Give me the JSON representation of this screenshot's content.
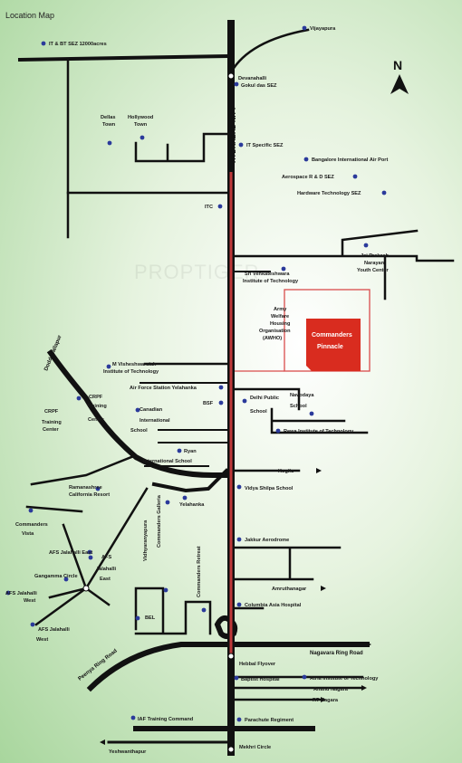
{
  "title": "Location Map",
  "watermark": "PROPTIGER",
  "north_label": "N",
  "highway_label": "HYDRABAD NH-7",
  "project": {
    "name_line1": "Commanders",
    "name_line2": "Pinnacle"
  },
  "colors": {
    "highway": "#c0393a",
    "project_fill": "#d92c1f",
    "outline": "#d94c4c",
    "dot": "#2b3a9b",
    "road": "#111111"
  },
  "places": {
    "it_bt_sez": "IT & BT SEZ 12000acres",
    "vijayapura": "Vijayapura",
    "devanahalli": "Devanahalli",
    "gokuldas_sez": "Gokul das SEZ",
    "dellas_town_1": "Dellas",
    "dellas_town_2": "Town",
    "hollywood_town_1": "Hollywood",
    "hollywood_town_2": "Town",
    "it_specific_sez": "IT Specific SEZ",
    "bangalore_airport": "Bangalore International Air Port",
    "aerospace_sez": "Aerospace R & D SEZ",
    "hardware_sez": "Hardware Technology SEZ",
    "itc": "ITC",
    "jai_prakash_1": "Jai Prakash",
    "jai_prakash_2": "Narayan",
    "jai_prakash_3": "Youth Center",
    "sri_venkateshwara_1": "Sri Venkateshwara",
    "sri_venkateshwara_2": "Institute of Technology",
    "awho_1": "Army",
    "awho_2": "Welfare",
    "awho_3": "Housing",
    "awho_4": "Organisation",
    "awho_5": "(AWHO)",
    "doddaballapur": "Doddaballapur",
    "mvit_1": "M Visheshwaraiah",
    "mvit_2": "Institute of Technology",
    "af_yelahanka": "Air Force Station Yelahanka",
    "bsf": "BSF",
    "delhi_public_1": "Delhi Public",
    "delhi_public_2": "School",
    "navodaya_1": "Navodaya",
    "navodaya_2": "School",
    "crpf_center_1": "CRPF",
    "crpf_center_2": "Training",
    "crpf_center_3": "Center",
    "crpf_left_1": "CRPF",
    "crpf_left_2": "Training",
    "crpf_left_3": "Center",
    "canadian_1": "Canadian",
    "canadian_2": "International",
    "canadian_3": "School",
    "rewa": "Rewa Institute of Technology",
    "ryan_1": "Ryan",
    "ryan_2": "International School",
    "kogilu": "Kogilu",
    "ramanashree_1": "Ramanashree",
    "ramanashree_2": "California Resort",
    "vidya_shilpa": "Vidya Shilpa School",
    "yelahanka": "Yelahanka",
    "commanders_vista_1": "Commanders",
    "commanders_vista_2": "Vista",
    "jakkur": "Jakkur Aerodrome",
    "vidhyaranyapura": "Vidhyaranyapura",
    "commanders_galleria": "Commanders Galleria",
    "commanders_retreat": "Commanders Retreat",
    "afs_jalahalli_east_top": "AFS Jalahalli East",
    "afs_jalahalli_east_1": "AFS",
    "afs_jalahalli_east_2": "Jalahalli",
    "afs_jalahalli_east_3": "East",
    "gangamma": "Gangamma Circle",
    "afs_jalahalli_west_1": "AFS Jalahalli",
    "afs_jalahalli_west_2": "West",
    "afs_jalahalli_west_b1": "AFS Jalahalli",
    "afs_jalahalli_west_b2": "West",
    "amruthanagar": "Amruthanagar",
    "columbia": "Columbia Asia Hospital",
    "bel": "BEL",
    "peenya_ring_road": "Peenya Ring Road",
    "nagavara_ring_road": "Nagavara Ring Road",
    "hebbal_flyover": "Hebbal Flyover",
    "baptist": "Baptist Hospital",
    "atria": "Atria Institute of Technology",
    "anand_nagara": "Anand Nagara",
    "rt_nagara": "RT Nagara",
    "iaf_training": "IAF Training Command",
    "parachute": "Parachute Regiment",
    "yeshwanthapur": "Yeshwanthapur",
    "mekhri": "Mekhri Circle"
  }
}
